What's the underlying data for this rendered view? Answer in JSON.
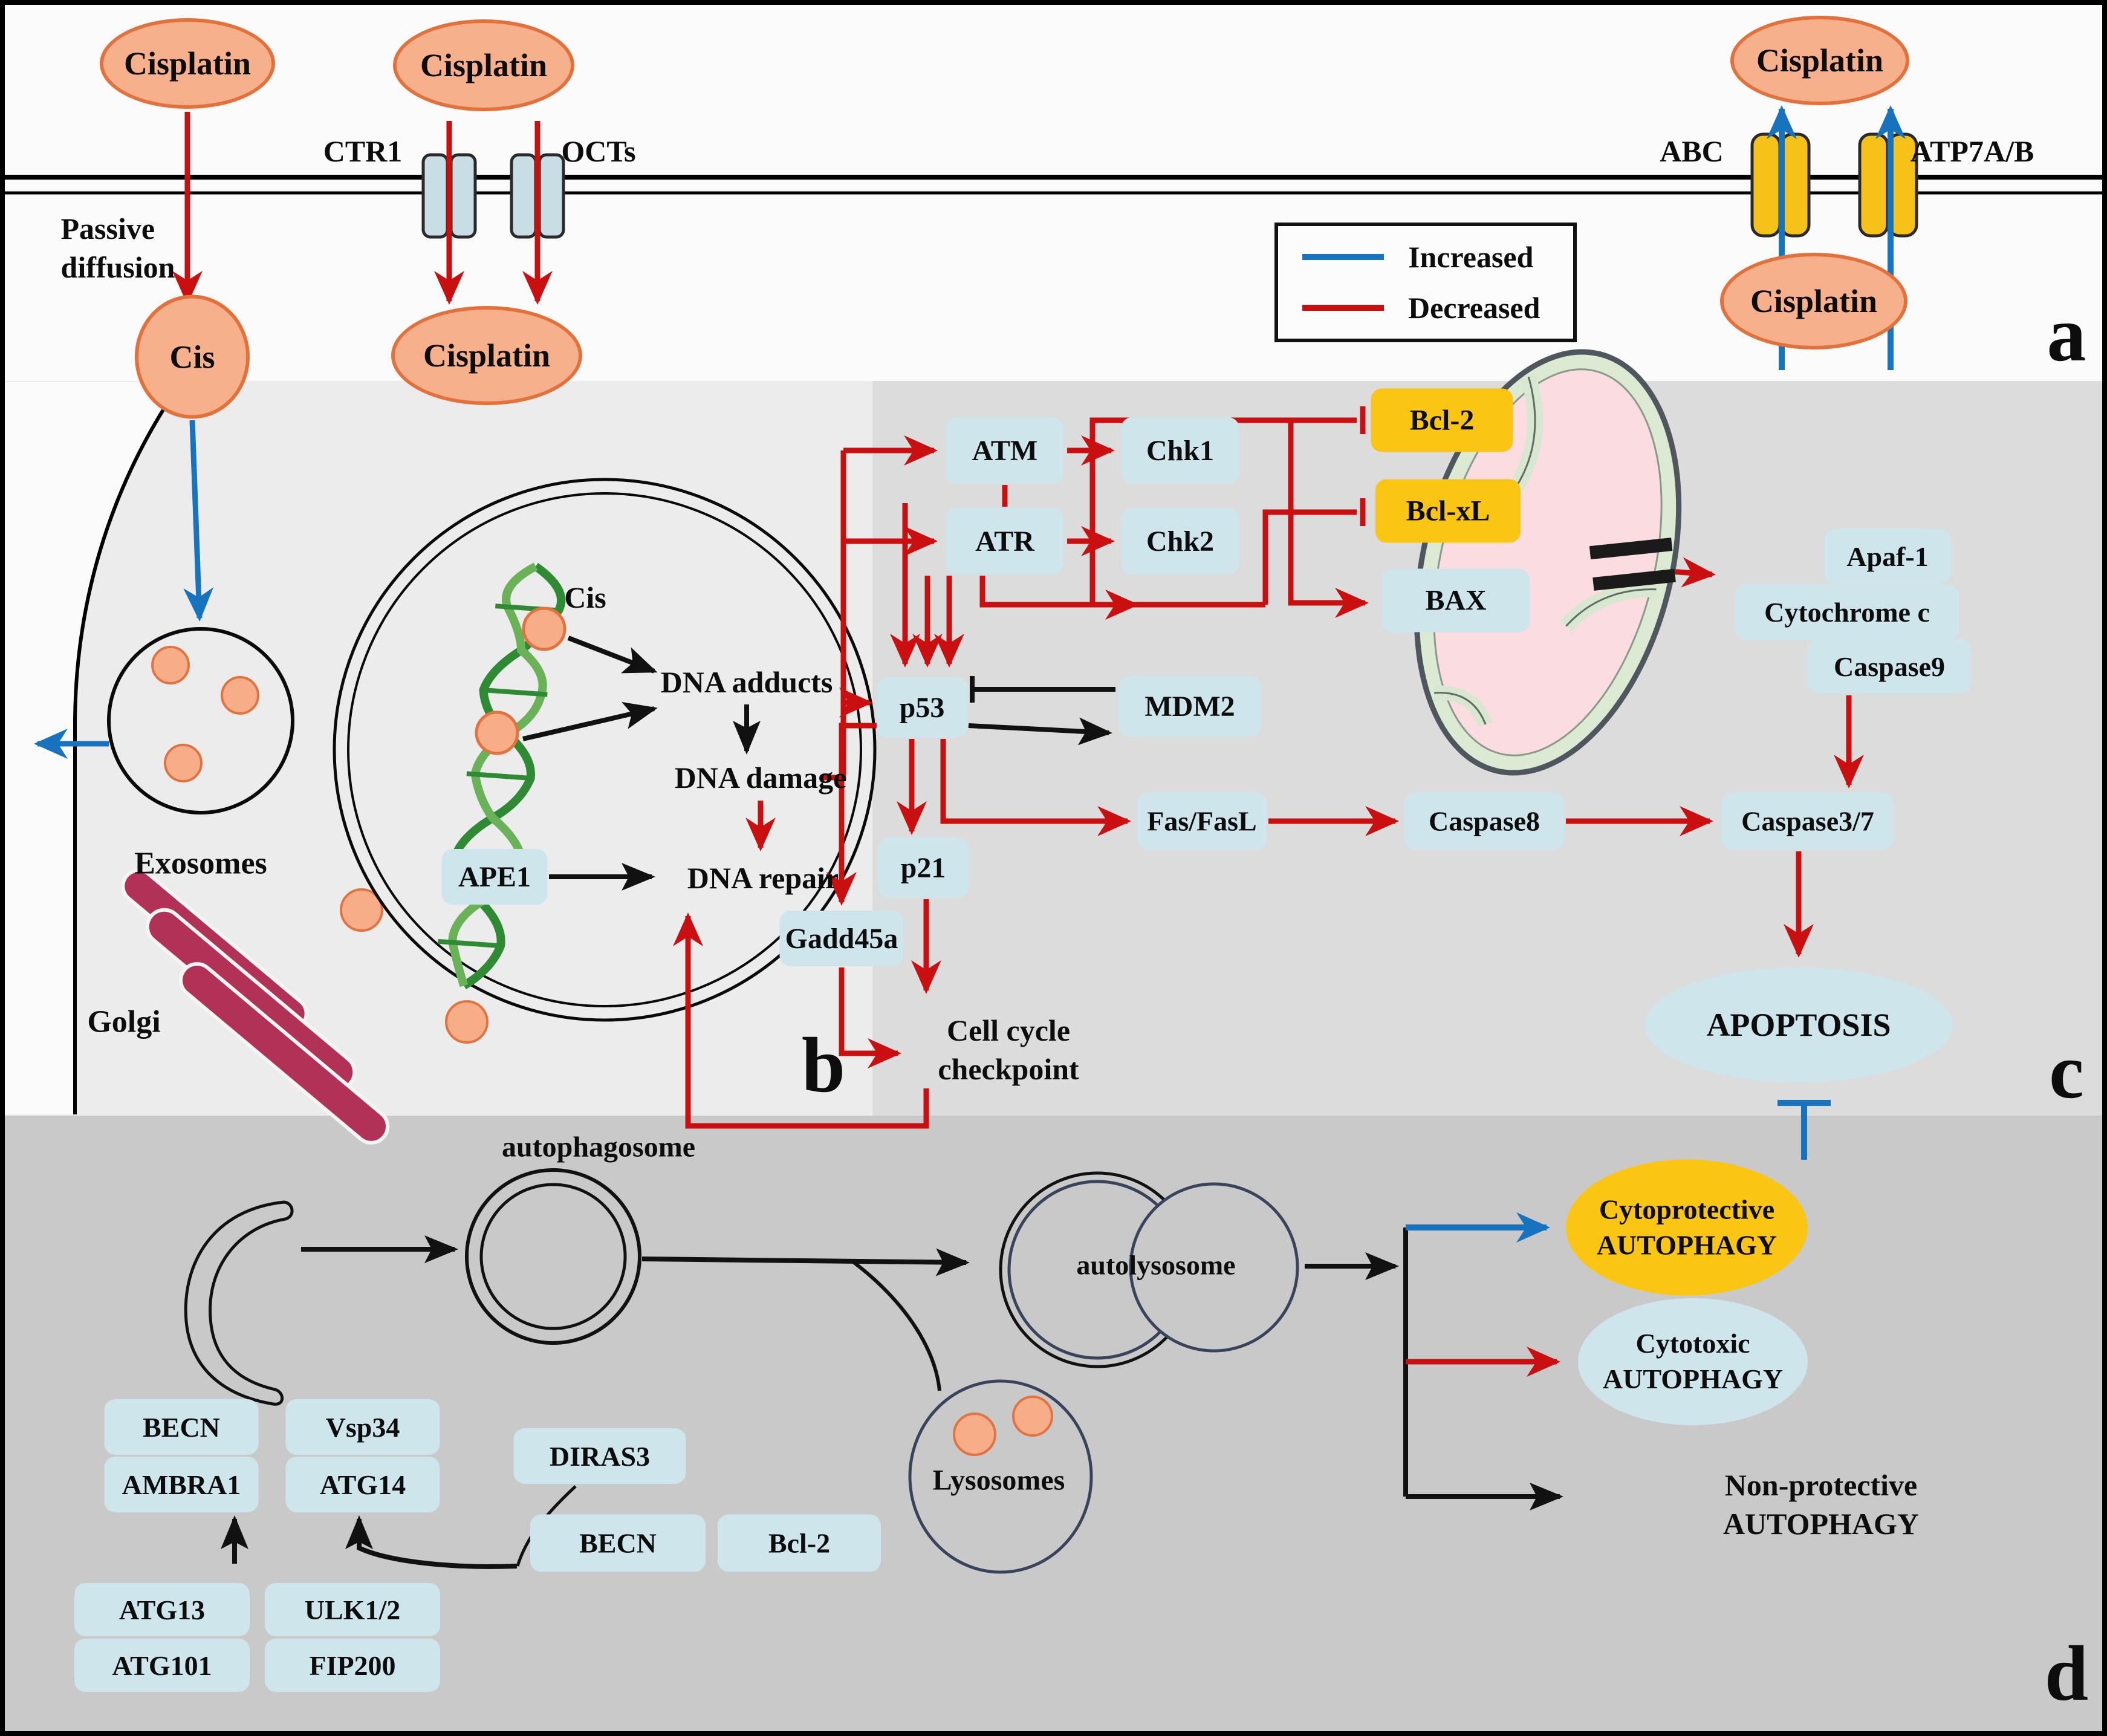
{
  "legend": {
    "increased_label": "Increased",
    "decreased_label": "Decreased",
    "increased_color": "#1873bf",
    "decreased_color": "#c90f0f"
  },
  "panel_labels": {
    "a": "a",
    "b": "b",
    "c": "c",
    "d": "d"
  },
  "transporters": {
    "ctr1": "CTR1",
    "octs": "OCTs",
    "abc": "ABC",
    "atp7ab": "ATP7A/B"
  },
  "molecules": {
    "cisplatin": "Cisplatin",
    "cis": "Cis",
    "passive_diffusion": {
      "line1": "Passive",
      "line2": "diffusion"
    },
    "exosomes": "Exosomes",
    "golgi": "Golgi",
    "dna_adducts": "DNA adducts",
    "dna_damage": "DNA damage",
    "dna_repair": "DNA repair",
    "ape1": "APE1",
    "atm": "ATM",
    "chk1": "Chk1",
    "atr": "ATR",
    "chk2": "Chk2",
    "p53": "p53",
    "mdm2": "MDM2",
    "p21": "p21",
    "gadd45a": "Gadd45a",
    "cell_cycle_checkpoint": {
      "line1": "Cell cycle",
      "line2": "checkpoint"
    },
    "bcl2": "Bcl-2",
    "bclxl": "Bcl-xL",
    "bax": "BAX",
    "apaf1": "Apaf-1",
    "cytochrome_c": "Cytochrome c",
    "caspase9": "Caspase9",
    "fas_fasl": "Fas/FasL",
    "caspase8": "Caspase8",
    "caspase3_7": "Caspase3/7",
    "apoptosis": "APOPTOSIS",
    "autophagosome": "autophagosome",
    "autolysosome": "autolysosome",
    "lysosomes": "Lysosomes",
    "becn": "BECN",
    "vsp34": "Vsp34",
    "ambra1": "AMBRA1",
    "atg14": "ATG14",
    "diras3": "DIRAS3",
    "atg13": "ATG13",
    "ulk12": "ULK1/2",
    "atg101": "ATG101",
    "fip200": "FIP200",
    "cytoprotective": {
      "line1": "Cytoprotective",
      "line2": "AUTOPHAGY"
    },
    "cytotoxic": {
      "line1": "Cytotoxic",
      "line2": "AUTOPHAGY"
    },
    "nonprotective": {
      "line1": "Non-protective",
      "line2": "AUTOPHAGY"
    }
  },
  "colors": {
    "box_blue": "#cfe5ec",
    "box_gold": "#fbc513",
    "ellipse_orange": "#f6b08c",
    "arrow_red": "#c90f0f",
    "arrow_blue": "#1873bf",
    "golgi_pink": "#b13157",
    "mito_pink": "#fbdce1",
    "dna_green": "#2f8b33"
  }
}
